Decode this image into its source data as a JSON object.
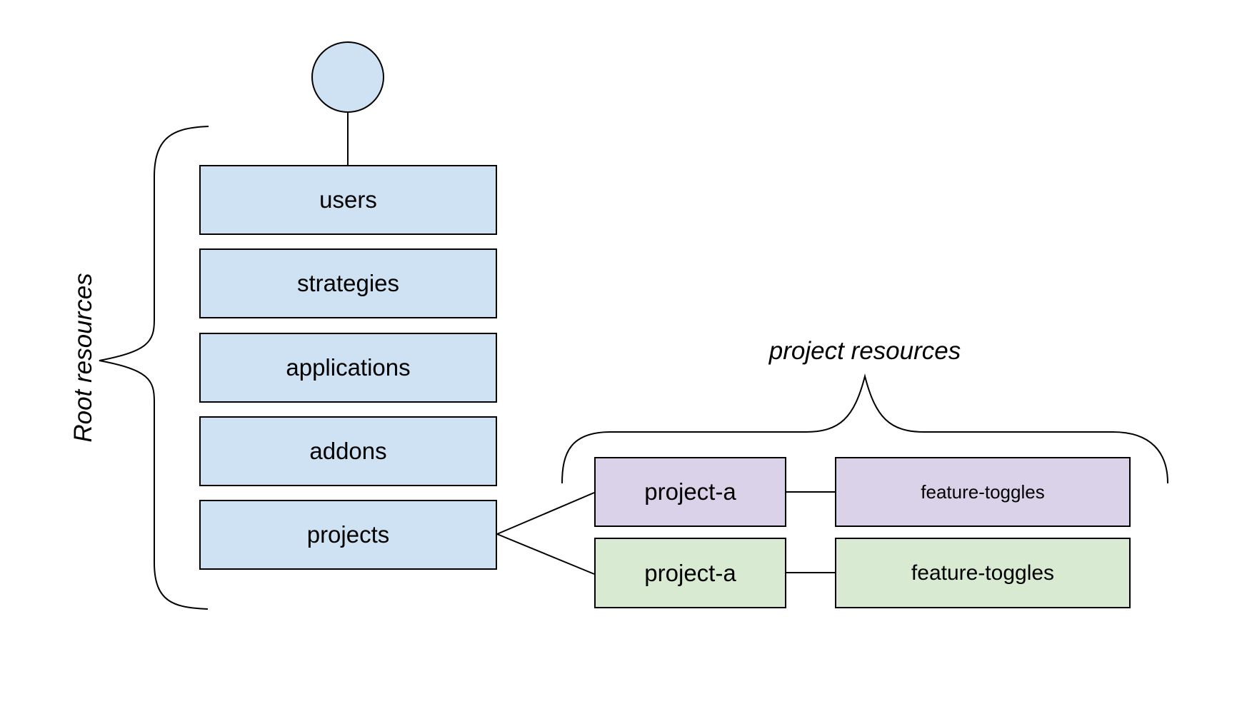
{
  "labels": {
    "root_group": "Root resources",
    "project_group": "project resources"
  },
  "root_resources": [
    "users",
    "strategies",
    "applications",
    "addons",
    "projects"
  ],
  "project_rows": [
    {
      "project": "project-a",
      "resource": "feature-toggles"
    },
    {
      "project": "project-a",
      "resource": "feature-toggles"
    }
  ],
  "colors": {
    "root_fill": "#cfe2f3",
    "project_row_purple_fill": "#d9d2e9",
    "project_row_green_fill": "#d9ead3",
    "stroke": "#000000"
  }
}
